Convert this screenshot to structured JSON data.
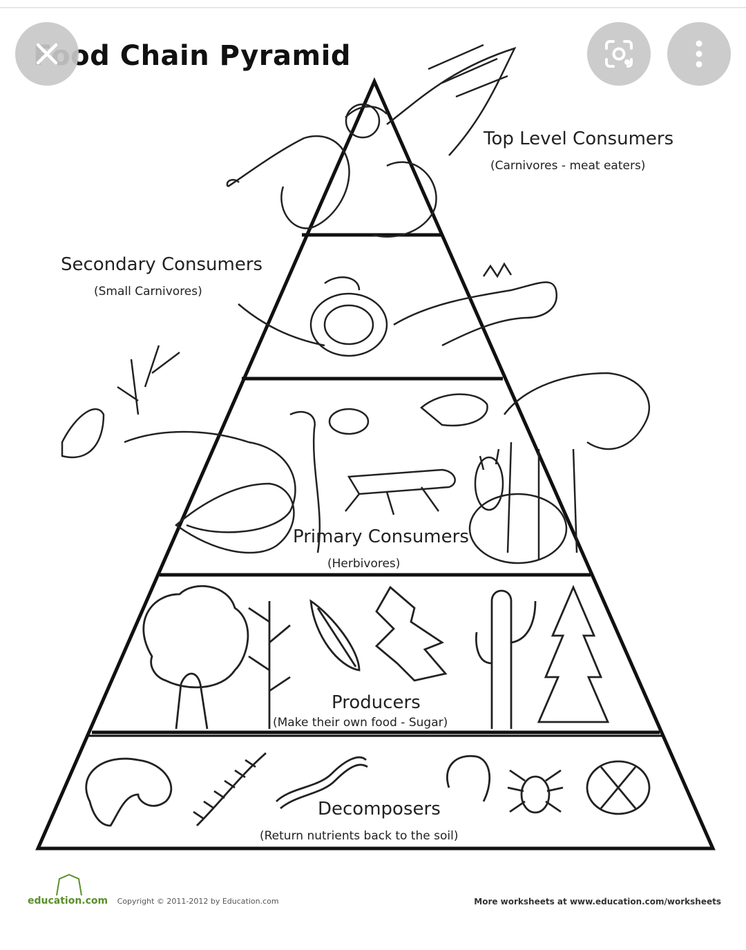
{
  "viewer": {
    "close_icon": "close-icon",
    "lens_icon": "lens-icon",
    "more_icon": "more-vert-icon"
  },
  "worksheet": {
    "title": "Food Chain Pyramid",
    "levels": [
      {
        "name": "Top Level Consumers",
        "note": "(Carnivores - meat eaters)"
      },
      {
        "name": "Secondary Consumers",
        "note": "(Small Carnivores)"
      },
      {
        "name": "Primary Consumers",
        "note": "(Herbivores)"
      },
      {
        "name": "Producers",
        "note": "(Make their own food - Sugar)"
      },
      {
        "name": "Decomposers",
        "note": "(Return nutrients back to the soil)"
      }
    ],
    "footer": {
      "brand": "education.com",
      "copyright": "Copyright © 2011-2012 by Education.com",
      "more": "More worksheets at www.education.com/worksheets"
    }
  }
}
